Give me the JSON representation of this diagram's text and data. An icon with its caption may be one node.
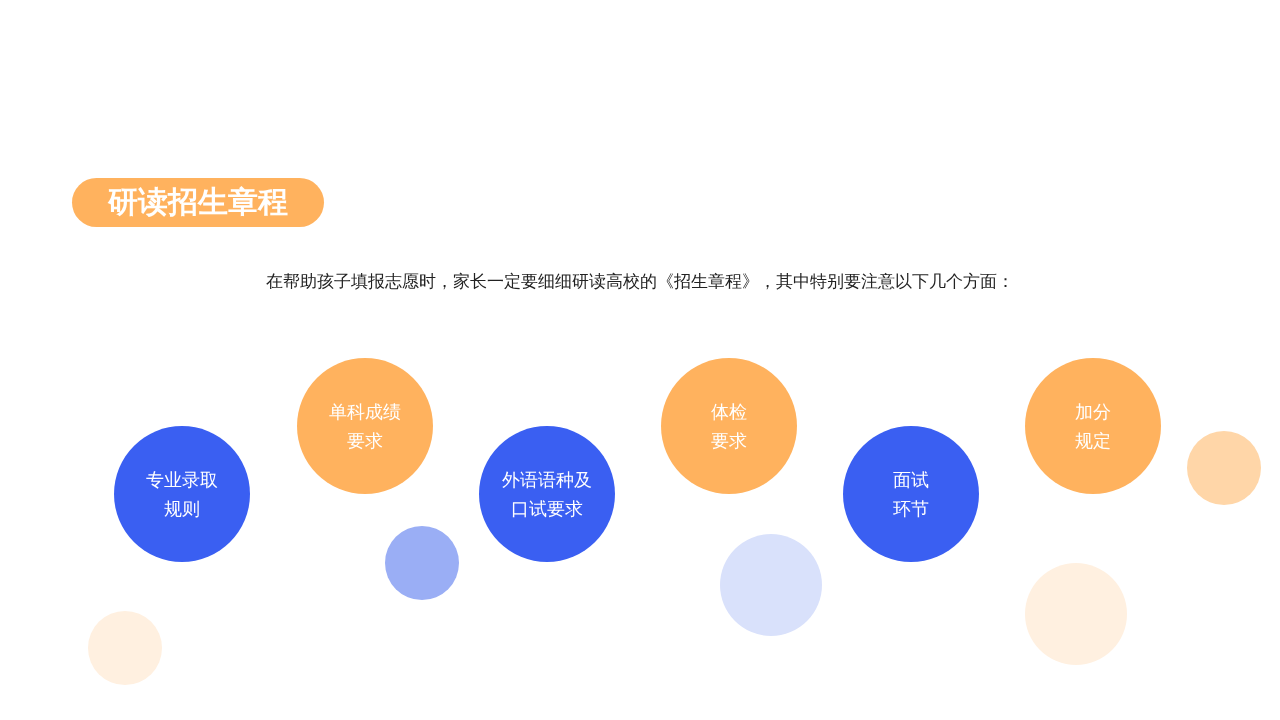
{
  "diagram": {
    "nodes": [
      {
        "text": [
          "研读招生章程"
        ]
      },
      {
        "text": [
          "专业录取规则"
        ]
      },
      {
        "text": [
          "单科成绩要求"
        ]
      },
      {
        "text": [
          "外语语种及口试要求"
        ]
      },
      {
        "text": [
          "体检要求"
        ]
      },
      {
        "text": [
          "面试环节"
        ]
      },
      {
        "text": [
          "加分规定"
        ]
      },
      {
        "text": [],
        "shape": "circle"
      },
      {
        "text": [],
        "shape": "circle"
      },
      {
        "text": [],
        "shape": "circle"
      },
      {
        "text": [],
        "shape": "circle"
      },
      {
        "text": [],
        "shape": "circle"
      }
    ],
    "labels": [
      "在帮助孩子填报志愿时，家长一定要细细研读高校的《招生章程》，其中特别要注意以下几个方面："
    ]
  }
}
